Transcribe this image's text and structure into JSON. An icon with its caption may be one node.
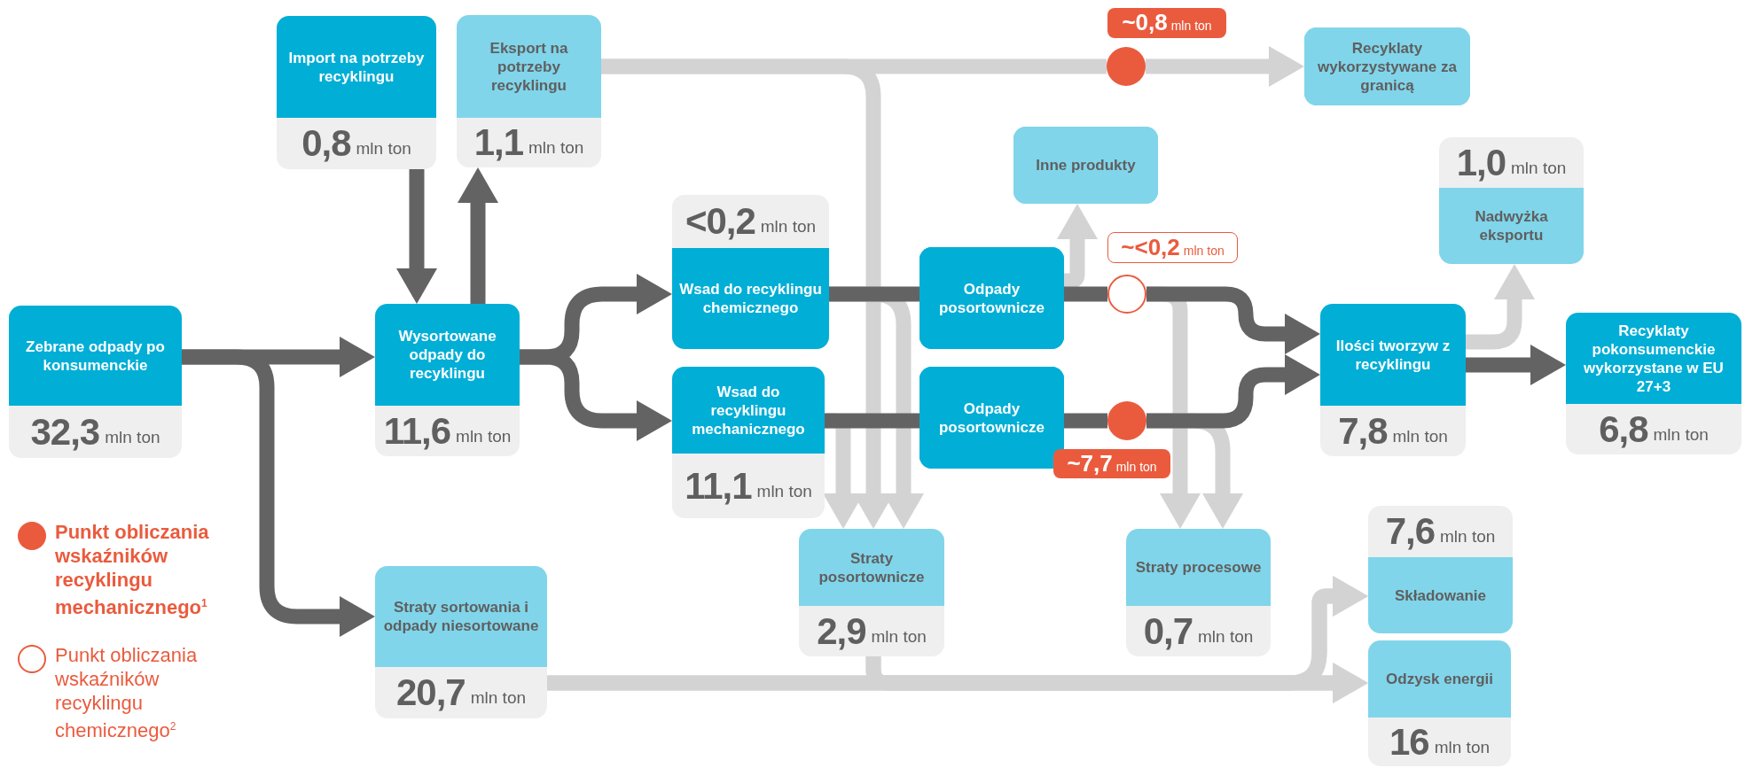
{
  "diagram": {
    "nodes": [
      {
        "text": [
          "Zebrane odpady po konsumenckie",
          "32,3",
          "mln ton"
        ]
      },
      {
        "text": [
          "Import na potrzeby recyklingu",
          "0,8",
          "mln ton"
        ]
      },
      {
        "text": [
          "Eksport na potrzeby recyklingu",
          "1,1",
          "mln ton"
        ]
      },
      {
        "text": [
          "Recyklaty wykorzystywane za granicą"
        ]
      },
      {
        "text": [
          "Inne produkty"
        ]
      },
      {
        "text": [
          "1,0",
          "mln ton",
          "Nadwyżka eksportu"
        ]
      },
      {
        "text": [
          "Wysortowane odpady do recyklingu",
          "11,6",
          "mln ton"
        ]
      },
      {
        "text": [
          "<0,2",
          "mln ton",
          "Wsad do recyklingu chemicznego"
        ]
      },
      {
        "text": [
          "Odpady posortownicze"
        ]
      },
      {
        "text": [
          "Ilości tworzyw z recyklingu",
          "7,8",
          "mln ton"
        ]
      },
      {
        "text": [
          "Recyklaty pokonsumenckie wykorzystane w EU 27+3",
          "6,8",
          "mln ton"
        ]
      },
      {
        "text": [
          "Wsad do recyklingu mechanicznego",
          "11,1",
          "mln ton"
        ]
      },
      {
        "text": [
          "Odpady posortownicze"
        ]
      },
      {
        "text": [
          "Straty posortownicze",
          "2,9",
          "mln ton"
        ]
      },
      {
        "text": [
          "Straty procesowe",
          "0,7",
          "mln ton"
        ]
      },
      {
        "text": [
          "7,6",
          "mln ton",
          "Składowanie"
        ]
      },
      {
        "text": [
          "Odzysk energii",
          "16",
          "mln ton"
        ]
      },
      {
        "text": [
          "Straty sortowania i odpady niesortowane",
          "20,7",
          "mln ton"
        ]
      },
      {
        "text": [],
        "shape": "circle",
        "beside": [
          "~0,8",
          "mln ton"
        ]
      },
      {
        "text": [],
        "shape": "circle",
        "beside": [
          "~<0,2",
          "mln ton"
        ]
      },
      {
        "text": [],
        "shape": "circle",
        "beside": [
          "~7,7",
          "mln ton"
        ]
      }
    ],
    "edges": [
      {
        "from": 0,
        "to": 6,
        "arrow": "to"
      },
      {
        "from": 0,
        "to": 17,
        "arrow": "to"
      },
      {
        "from": 1,
        "to": 6,
        "arrow": "to"
      },
      {
        "from": 6,
        "to": 2,
        "arrow": "to"
      },
      {
        "from": 6,
        "to": 7,
        "arrow": "to"
      },
      {
        "from": 6,
        "to": 11,
        "arrow": "to"
      },
      {
        "from": 7,
        "to": 8,
        "arrow": "none"
      },
      {
        "from": 11,
        "to": 12,
        "arrow": "none"
      },
      {
        "from": 8,
        "to": 19,
        "arrow": "none"
      },
      {
        "from": 19,
        "to": 9,
        "arrow": "to"
      },
      {
        "from": 12,
        "to": 20,
        "arrow": "none"
      },
      {
        "from": 20,
        "to": 9,
        "arrow": "to"
      },
      {
        "from": 9,
        "to": 10,
        "arrow": "to"
      },
      {
        "from": 2,
        "to": 18,
        "arrow": "none",
        "color": "#d3d3d3"
      },
      {
        "from": 18,
        "to": 3,
        "arrow": "to",
        "color": "#d3d3d3"
      },
      {
        "from": 2,
        "to": 13,
        "arrow": "to",
        "color": "#d3d3d3"
      },
      {
        "from": 7,
        "to": 13,
        "arrow": "to",
        "color": "#d3d3d3"
      },
      {
        "from": 11,
        "to": 13,
        "arrow": "to",
        "color": "#d3d3d3"
      },
      {
        "from": 8,
        "to": 4,
        "arrow": "to",
        "color": "#d3d3d3"
      },
      {
        "from": 19,
        "to": 14,
        "arrow": "to",
        "color": "#d3d3d3"
      },
      {
        "from": 20,
        "to": 14,
        "arrow": "to",
        "color": "#d3d3d3"
      },
      {
        "from": 9,
        "to": 5,
        "arrow": "to",
        "color": "#d3d3d3"
      },
      {
        "from": 13,
        "to": 15,
        "arrow": "to",
        "color": "#d3d3d3"
      },
      {
        "from": 13,
        "to": 16,
        "arrow": "to",
        "color": "#d3d3d3"
      },
      {
        "from": 17,
        "to": 15,
        "arrow": "to",
        "color": "#d3d3d3"
      },
      {
        "from": 17,
        "to": 16,
        "arrow": "to",
        "color": "#d3d3d3"
      }
    ],
    "legend": [
      {
        "text": "Punkt obliczania wskaźników recyklingu mechanicznego$^{1}$",
        "color": "#ea5b3e"
      },
      {
        "text": "Punkt obliczania wskaźników recyklingu chemicznego$^{2}$"
      }
    ]
  }
}
